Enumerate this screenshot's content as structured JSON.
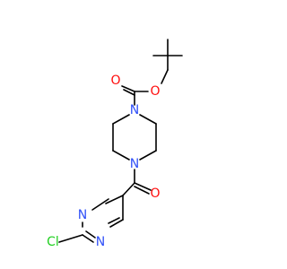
{
  "atoms": {
    "o_ester": "O",
    "o_carbonyl_boc": "O",
    "n_piperazine_top": "N",
    "n_piperazine_bottom": "N",
    "o_carbonyl_amide": "O",
    "n_pyrimidine_left": "N",
    "n_pyrimidine_bottom": "N",
    "cl": "Cl"
  },
  "colors": {
    "bond": "#000000",
    "oxygen": "#ff0d0d",
    "nitrogen": "#3050f8",
    "chlorine": "#1fd01f"
  }
}
